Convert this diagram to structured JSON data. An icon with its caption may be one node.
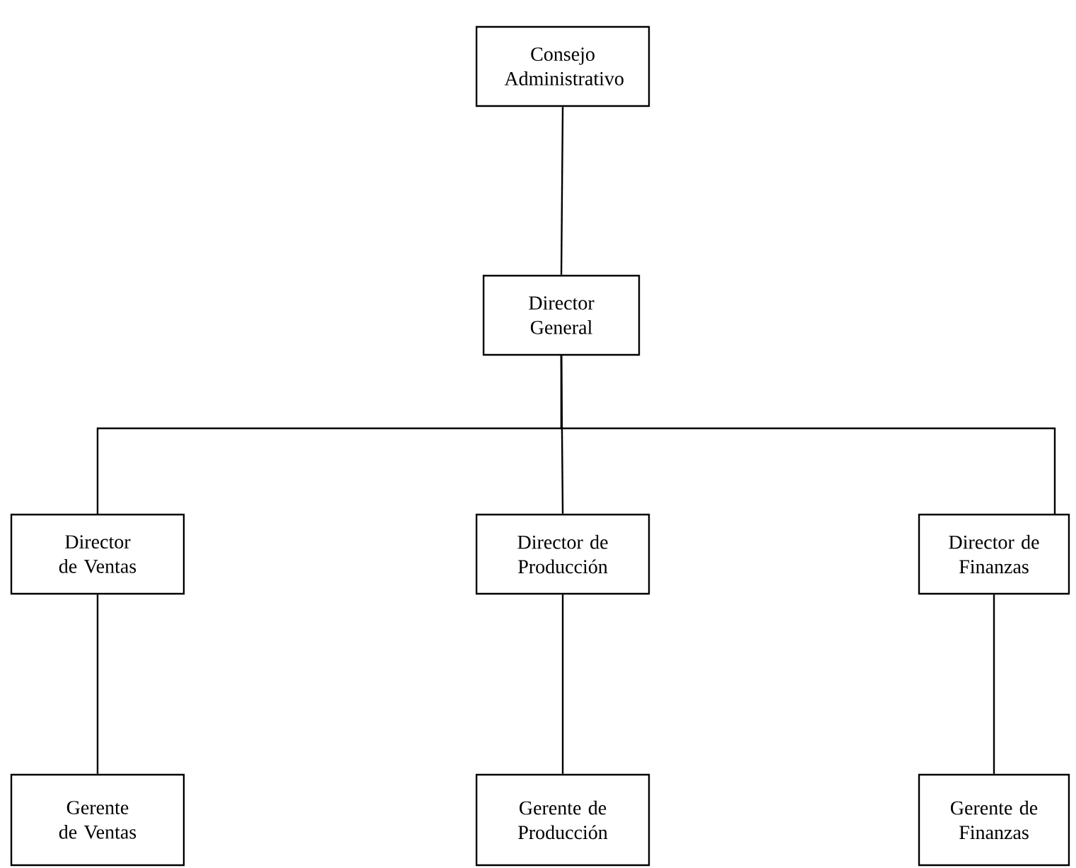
{
  "diagram": {
    "nodes": [
      {
        "text": [
          "Consejo Administrativo"
        ]
      },
      {
        "text": [
          "Director General"
        ]
      },
      {
        "text": [
          "Director de Ventas"
        ]
      },
      {
        "text": [
          "Director de Producción"
        ]
      },
      {
        "text": [
          "Director de Finanzas"
        ]
      },
      {
        "text": [
          "Gerente de Ventas"
        ]
      },
      {
        "text": [
          "Gerente de Producción"
        ]
      },
      {
        "text": [
          "Gerente de Finanzas"
        ]
      }
    ],
    "edges": [
      {
        "from": 0,
        "to": 1,
        "arrow": "none"
      },
      {
        "from": 1,
        "to": 2,
        "arrow": "none"
      },
      {
        "from": 1,
        "to": 3,
        "arrow": "none"
      },
      {
        "from": 1,
        "to": 4,
        "arrow": "none"
      },
      {
        "from": 2,
        "to": 5,
        "arrow": "none"
      },
      {
        "from": 3,
        "to": 6,
        "arrow": "none"
      },
      {
        "from": 4,
        "to": 7,
        "arrow": "none"
      }
    ]
  }
}
